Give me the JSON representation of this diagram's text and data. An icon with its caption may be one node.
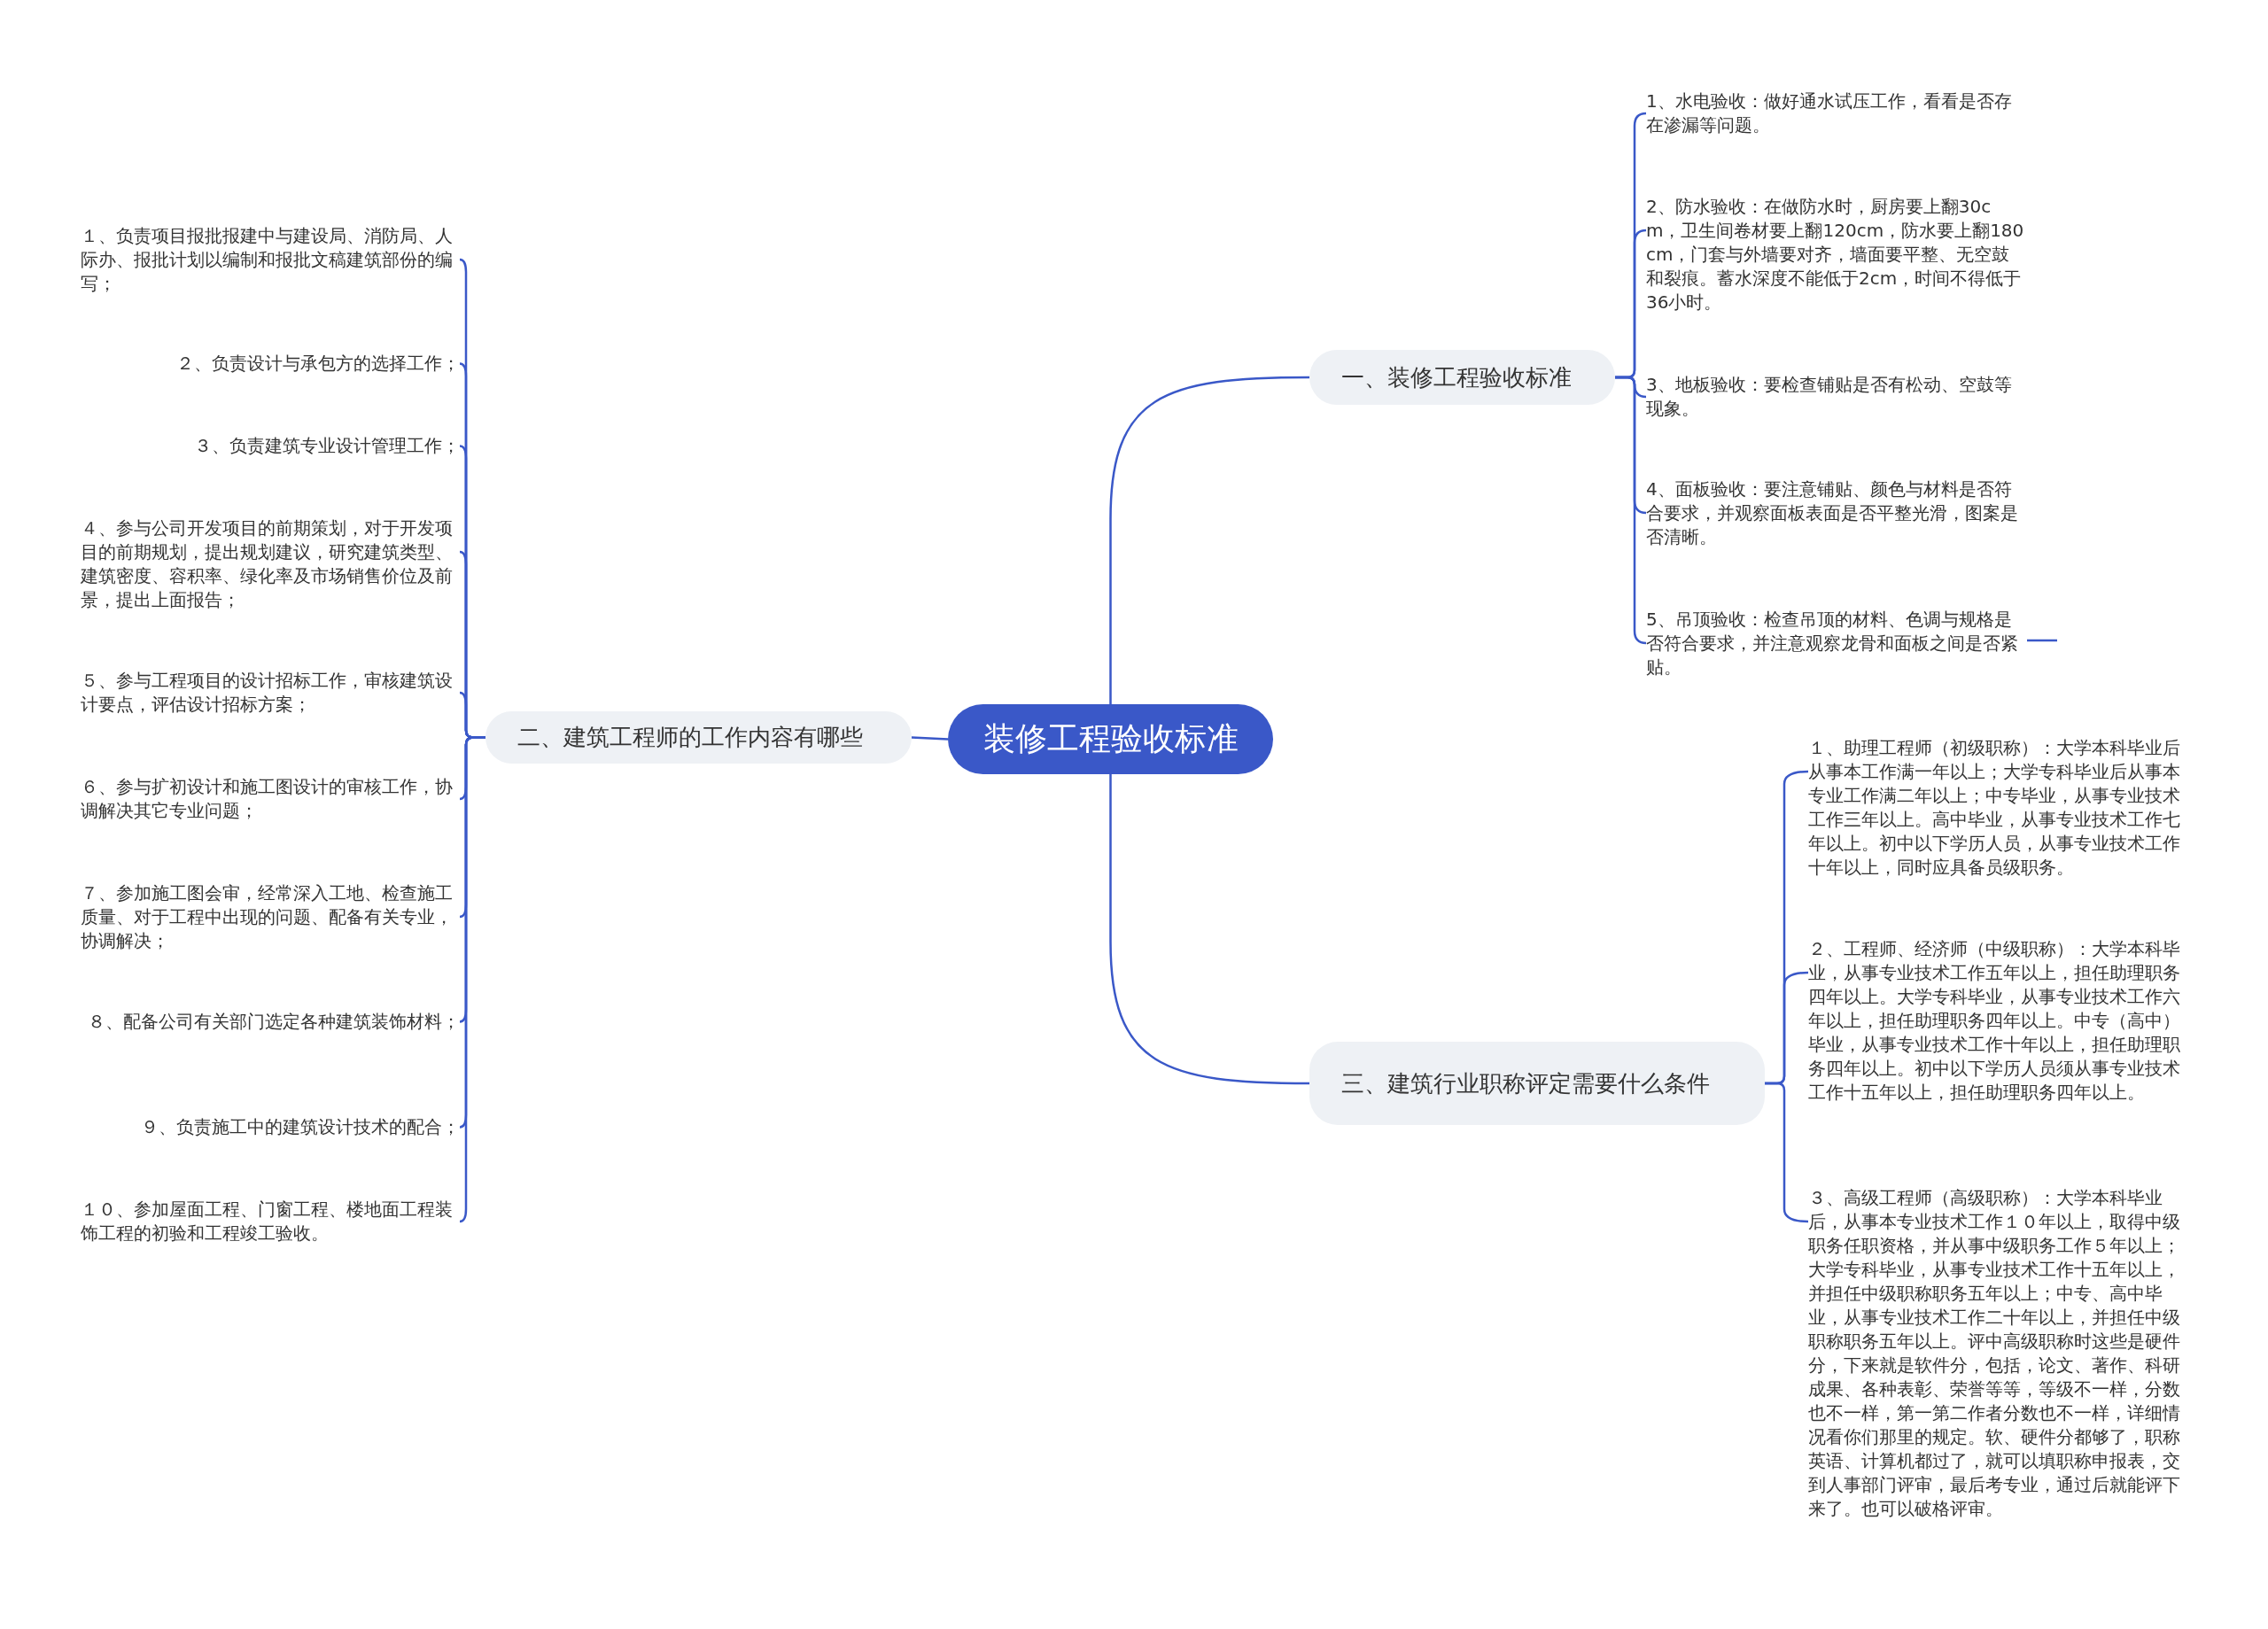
{
  "diagram": {
    "nodes": [
      {
        "text": [
          "装修工程验收标准"
        ]
      },
      {
        "text": [
          "一、装修工程验收标准"
        ]
      },
      {
        "text": [
          "1、水电验收：做好通水试压工作，看看是否存在渗漏等问题。"
        ]
      },
      {
        "text": [
          "2、防水验收：在做防水时，厨房要上翻30cm，卫生间卷材要上翻120cm，防水要上翻180cm，门套与外墙要对齐，墙面要平整、无空鼓和裂痕。蓄水深度不能低于2cm，时间不得低于36小时。"
        ]
      },
      {
        "text": [
          "3、地板验收：要检查铺贴是否有松动、空鼓等现象。"
        ]
      },
      {
        "text": [
          "4、面板验收：要注意铺贴、颜色与材料是否符合要求，并观察面板表面是否平整光滑，图案是否清晰。"
        ]
      },
      {
        "text": [
          "5、吊顶验收：检查吊顶的材料、色调与规格是否符合要求，并注意观察龙骨和面板之间是否紧贴。"
        ]
      },
      {
        "text": [
          "二、建筑工程师的工作内容有哪些"
        ]
      },
      {
        "text": [
          "１、负责项目报批报建中与建设局、消防局、人际办、报批计划以编制和报批文稿建筑部份的编写；"
        ]
      },
      {
        "text": [
          "２、负责设计与承包方的选择工作；"
        ]
      },
      {
        "text": [
          "３、负责建筑专业设计管理工作；"
        ]
      },
      {
        "text": [
          "４、参与公司开发项目的前期策划，对于开发项目的前期规划，提出规划建议，研究建筑类型、建筑密度、容积率、绿化率及市场销售价位及前景，提出上面报告；"
        ]
      },
      {
        "text": [
          "５、参与工程项目的设计招标工作，审核建筑设计要点，评估设计招标方案；"
        ]
      },
      {
        "text": [
          "６、参与扩初设计和施工图设计的审核工作，协调解决其它专业问题；"
        ]
      },
      {
        "text": [
          "７、参加施工图会审，经常深入工地、检查施工质量、对于工程中出现的问题、配备有关专业，协调解决；"
        ]
      },
      {
        "text": [
          "８、配备公司有关部门选定各种建筑装饰材料；"
        ]
      },
      {
        "text": [
          "９、负责施工中的建筑设计技术的配合；"
        ]
      },
      {
        "text": [
          "１０、参加屋面工程、门窗工程、楼地面工程装饰工程的初验和工程竣工验收。"
        ]
      },
      {
        "text": [
          "三、建筑行业职称评定需要什么条件"
        ]
      },
      {
        "text": [
          "１、助理工程师（初级职称）：大学本科毕业后从事本工作满一年以上；大学专科毕业后从事本专业工作满二年以上；中专毕业，从事专业技术工作三年以上。高中毕业，从事专业技术工作七年以上。初中以下学历人员，从事专业技术工作十年以上，同时应具备员级职务。"
        ]
      },
      {
        "text": [
          "２、工程师、经济师（中级职称）：大学本科毕业，从事专业技术工作五年以上，担任助理职务四年以上。大学专科毕业，从事专业技术工作六年以上，担任助理职务四年以上。中专（高中）毕业，从事专业技术工作十年以上，担任助理职务四年以上。初中以下学历人员须从事专业技术工作十五年以上，担任助理职务四年以上。"
        ]
      },
      {
        "text": [
          "３、高级工程师（高级职称）：大学本科毕业后，从事本专业技术工作１０年以上，取得中级职务任职资格，并从事中级职务工作５年以上；大学专科毕业，从事专业技术工作十五年以上，并担任中级职称职务五年以上；中专、高中毕业，从事专业技术工作二十年以上，并担任中级职称职务五年以上。评中高级职称时这些是硬件分，下来就是软件分，包括，论文、著作、科研成果、各种表彰、荣誉等等，等级不一样，分数也不一样，第一第二作者分数也不一样，详细情况看你们那里的规定。软、硬件分都够了，职称英语、计算机都过了，就可以填职称申报表，交到人事部门评审，最后考专业，通过后就能评下来了。也可以破格评审。"
        ]
      }
    ],
    "edges": [
      {
        "from": 0,
        "to": 1,
        "arrow": "none"
      },
      {
        "from": 1,
        "to": 2,
        "arrow": "none"
      },
      {
        "from": 1,
        "to": 3,
        "arrow": "none"
      },
      {
        "from": 1,
        "to": 4,
        "arrow": "none"
      },
      {
        "from": 1,
        "to": 5,
        "arrow": "none"
      },
      {
        "from": 1,
        "to": 6,
        "arrow": "none"
      },
      {
        "from": 0,
        "to": 7,
        "arrow": "none"
      },
      {
        "from": 7,
        "to": 8,
        "arrow": "none"
      },
      {
        "from": 7,
        "to": 9,
        "arrow": "none"
      },
      {
        "from": 7,
        "to": 10,
        "arrow": "none"
      },
      {
        "from": 7,
        "to": 11,
        "arrow": "none"
      },
      {
        "from": 7,
        "to": 12,
        "arrow": "none"
      },
      {
        "from": 7,
        "to": 13,
        "arrow": "none"
      },
      {
        "from": 7,
        "to": 14,
        "arrow": "none"
      },
      {
        "from": 7,
        "to": 15,
        "arrow": "none"
      },
      {
        "from": 7,
        "to": 16,
        "arrow": "none"
      },
      {
        "from": 7,
        "to": 17,
        "arrow": "none"
      },
      {
        "from": 0,
        "to": 18,
        "arrow": "none"
      },
      {
        "from": 18,
        "to": 19,
        "arrow": "none"
      },
      {
        "from": 18,
        "to": 20,
        "arrow": "none"
      },
      {
        "from": 18,
        "to": 21,
        "arrow": "none"
      }
    ]
  }
}
